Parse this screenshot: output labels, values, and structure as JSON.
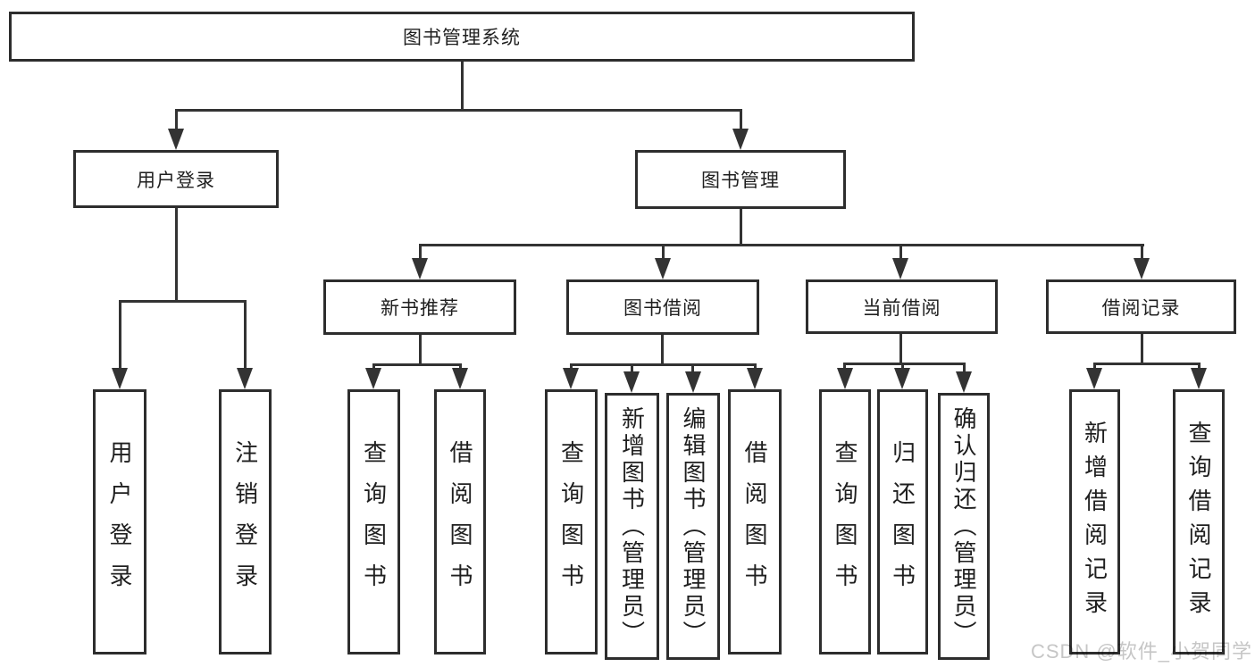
{
  "colors": {
    "line": "#333333",
    "box_border": "#2d2d2d",
    "text": "#1f1f1f",
    "background": "#ffffff",
    "watermark_text_color": "#c6c6c6"
  },
  "diagram": {
    "root": {
      "label": "图书管理系统"
    },
    "branches": [
      {
        "label": "用户登录",
        "children": [
          {
            "label": "用户登录"
          },
          {
            "label": "注销登录"
          }
        ]
      },
      {
        "label": "图书管理",
        "sections": [
          {
            "label": "新书推荐",
            "children": [
              {
                "label": "查询图书"
              },
              {
                "label": "借阅图书"
              }
            ]
          },
          {
            "label": "图书借阅",
            "children": [
              {
                "label": "查询图书"
              },
              {
                "label": "新增图书（管理员）"
              },
              {
                "label": "编辑图书（管理员）"
              },
              {
                "label": "借阅图书"
              }
            ]
          },
          {
            "label": "当前借阅",
            "children": [
              {
                "label": "查询图书"
              },
              {
                "label": "归还图书"
              },
              {
                "label": "确认归还（管理员）"
              }
            ]
          },
          {
            "label": "借阅记录",
            "children": [
              {
                "label": "新增借阅记录"
              },
              {
                "label": "查询借阅记录"
              }
            ]
          }
        ]
      }
    ]
  },
  "watermark": {
    "text": "CSDN @软件_小贺同学"
  }
}
